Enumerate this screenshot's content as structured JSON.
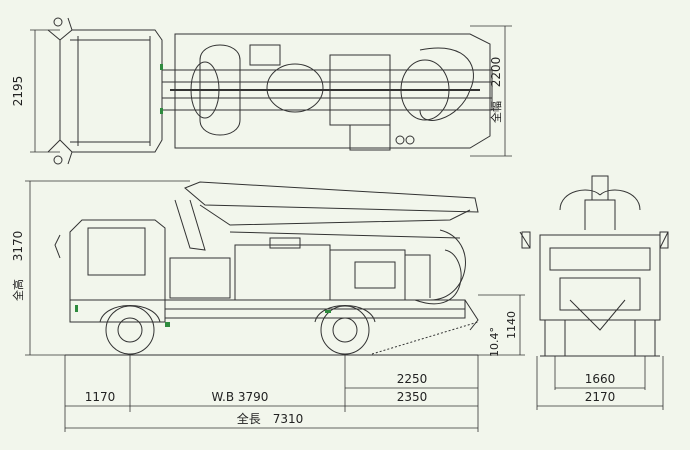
{
  "background": "#f2f6ec",
  "line_color": "#333333",
  "accent_color": "#2e8b3e",
  "dimensions": {
    "top_view_width": "2195",
    "overall_width": "2200",
    "overall_width_label": "全幅",
    "overall_height": "3170",
    "overall_height_label": "全高",
    "front_overhang": "1170",
    "wheelbase": "W.B 3790",
    "rear_overhang": "2350",
    "rear_deck": "2250",
    "overall_length": "全長　7310",
    "rear_clearance": "1140",
    "departure_angle": "10.4°",
    "front_track": "1660",
    "front_width": "2170"
  }
}
